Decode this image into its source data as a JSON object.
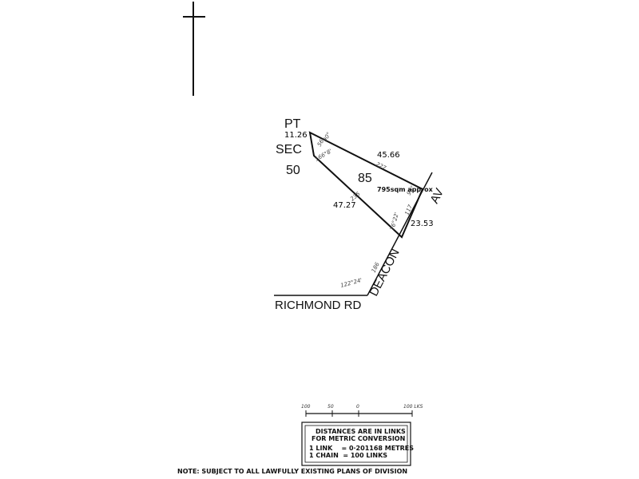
{
  "labels": {
    "pt": "PT",
    "sec": "SEC",
    "sec_num": "50",
    "lot": "85",
    "road_richmond": "RICHMOND RD",
    "road_deacon": "DEACON",
    "road_av": "AV",
    "area": "795sqm approx"
  },
  "dimensions": {
    "top_short": "11.26",
    "top_long": "45.66",
    "left_long": "47.27",
    "right_short": "23.53"
  },
  "link_marks": {
    "top_short": "56",
    "top_long": "227",
    "left_long": "235",
    "right_short": "117",
    "deacon": "186"
  },
  "angles": {
    "nw_corner": "90°",
    "nw_left": "166°8'",
    "ne_corner": "90°",
    "s_corner": "76°22'",
    "richmond_corner": "122°24'"
  },
  "scale": {
    "t1": "100",
    "t2": "50",
    "t3": "0",
    "t4": "100 LKS"
  },
  "legend": {
    "line1": "DISTANCES ARE IN LINKS",
    "line2": "FOR METRIC CONVERSION",
    "line3": "1 LINK    = 0·201168 METRES",
    "line4": "1 CHAIN  = 100 LINKS"
  },
  "note": "NOTE: SUBJECT TO ALL LAWFULLY EXISTING PLANS OF DIVISION"
}
